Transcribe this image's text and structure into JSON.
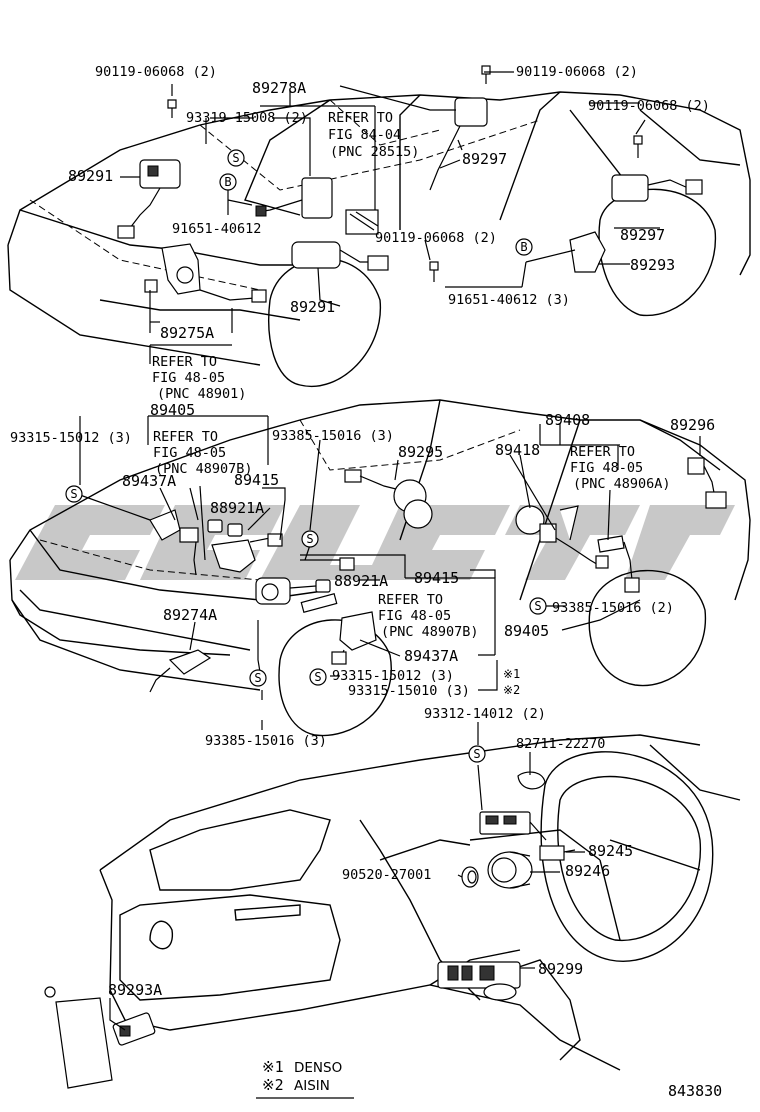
{
  "sheet_no": "843830",
  "symbol_s": "S",
  "symbol_b": "B",
  "legend": {
    "mark1": "※1",
    "mark1_text": "DENSO",
    "mark2": "※2",
    "mark2_text": "AISIN"
  },
  "labels": {
    "p90119_06068_a": "90119-06068 (2)",
    "p90119_06068_b": "90119-06068 (2)",
    "p90119_06068_c": "90119-06068 (2)",
    "p90119_06068_d": "90119-06068 (2)",
    "p89278A": "89278A",
    "p93319_15008": "93319-15008 (2)",
    "refer_fig84_04_l1": "REFER TO",
    "refer_fig84_04_l2": "FIG 84-04",
    "refer_fig84_04_l3": "(PNC 28515)",
    "p89297_a": "89297",
    "p89297_b": "89297",
    "p89291_a": "89291",
    "p89291_b": "89291",
    "p91651_40612_a": "91651-40612",
    "p91651_40612_b": "91651-40612 (3)",
    "p89293": "89293",
    "p89275A": "89275A",
    "refer_fig48_05_a_l1": "REFER TO",
    "refer_fig48_05_a_l2": "FIG 48-05",
    "refer_fig48_05_a_l3": "(PNC 48901)",
    "p89405_a": "89405",
    "p93315_15012_a": "93315-15012 (3)",
    "refer_fig48_05_b_l1": "REFER TO",
    "refer_fig48_05_b_l2": "FIG 48-05",
    "refer_fig48_05_b_l3": "(PNC 48907B)",
    "p93385_15016_a": "93385-15016 (3)",
    "p89295": "89295",
    "p89437A_a": "89437A",
    "p89415_a": "89415",
    "p88921A_a": "88921A",
    "p89408": "89408",
    "p89418": "89418",
    "refer_fig48_05_c_l1": "REFER TO",
    "refer_fig48_05_c_l2": "FIG 48-05",
    "refer_fig48_05_c_l3": "(PNC 48906A)",
    "p89296": "89296",
    "p88921A_b": "88921A",
    "p89415_b": "89415",
    "refer_fig48_05_d_l1": "REFER TO",
    "refer_fig48_05_d_l2": "FIG 48-05",
    "refer_fig48_05_d_l3": "(PNC 48907B)",
    "p89405_b": "89405",
    "p93385_15016_b": "93385-15016 (2)",
    "p89274A": "89274A",
    "p89437A_b": "89437A",
    "p93315_15012_b": "93315-15012 (3)",
    "p93315_15010": "93315-15010 (3)",
    "note1": "※1",
    "note2": "※2",
    "p93385_15016_c": "93385-15016 (3)",
    "p93312_14012": "93312-14012 (2)",
    "p82711_22270": "82711-22270",
    "p89245": "89245",
    "p90520_27001": "90520-27001",
    "p89246": "89246",
    "p89299": "89299",
    "p89293A": "89293A"
  }
}
